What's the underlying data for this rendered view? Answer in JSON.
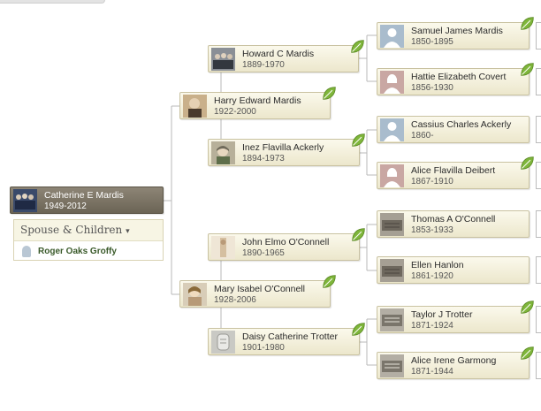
{
  "self": {
    "name": "Catherine E Mardis",
    "dates": "1949-2012"
  },
  "spouse_panel": {
    "header": "Spouse & Children",
    "chevron": "▾",
    "children": [
      "Roger Oaks Groffy"
    ]
  },
  "people": {
    "father": {
      "name": "Harry Edward Mardis",
      "dates": "1922-2000",
      "photo": "photo"
    },
    "mother": {
      "name": "Mary Isabel O'Connell",
      "dates": "1928-2006",
      "photo": "photo"
    },
    "pat_grandfather": {
      "name": "Howard C Mardis",
      "dates": "1889-1970",
      "photo": "group-photo"
    },
    "pat_grandmother": {
      "name": "Inez Flavilla Ackerly",
      "dates": "1894-1973",
      "photo": "photo"
    },
    "mat_grandfather": {
      "name": "John Elmo O'Connell",
      "dates": "1890-1965",
      "photo": "photo"
    },
    "mat_grandmother": {
      "name": "Daisy Catherine Trotter",
      "dates": "1901-1980",
      "photo": "headstone"
    },
    "ggf1": {
      "name": "Samuel James Mardis",
      "dates": "1850-1895",
      "photo": "male-silhouette"
    },
    "ggm1": {
      "name": "Hattie Elizabeth Covert",
      "dates": "1856-1930",
      "photo": "female-silhouette"
    },
    "ggf2": {
      "name": "Cassius Charles Ackerly",
      "dates": "1860-",
      "photo": "male-silhouette"
    },
    "ggm2": {
      "name": "Alice Flavilla Deibert",
      "dates": "1867-1910",
      "photo": "female-silhouette"
    },
    "ggf3": {
      "name": "Thomas A O'Connell",
      "dates": "1853-1933",
      "photo": "headstone"
    },
    "ggm3": {
      "name": "Ellen Hanlon",
      "dates": "1861-1920",
      "photo": "headstone"
    },
    "ggf4": {
      "name": "Taylor J Trotter",
      "dates": "1871-1924",
      "photo": "headstone"
    },
    "ggm4": {
      "name": "Alice Irene Garmong",
      "dates": "1871-1944",
      "photo": "headstone"
    }
  },
  "icons": {
    "hint": "leaf-icon",
    "leaf_color": "#7fb63b"
  }
}
